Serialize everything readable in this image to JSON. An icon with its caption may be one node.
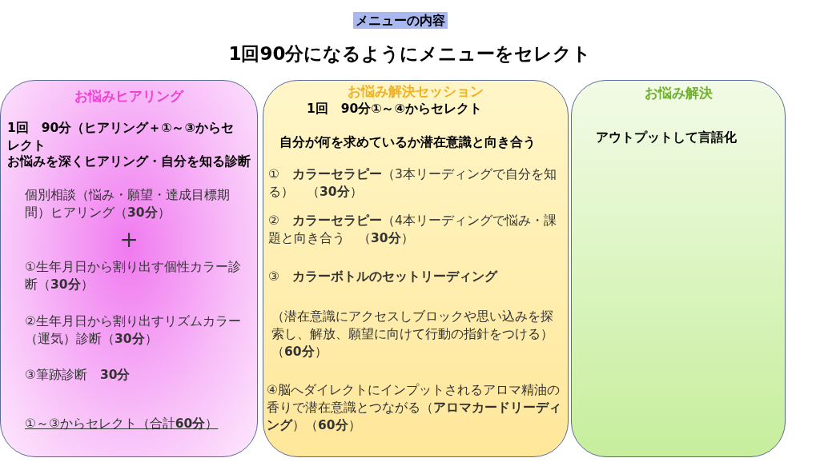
{
  "diagram": {
    "title": "メニューの内容",
    "nodes": [
      {
        "text": [
          "お悩みヒアリング",
          "1回　90分（ヒアリング＋①～③からセレクト",
          "お悩みを深くヒアリング・自分を知る診断",
          "個別相談（悩み・願望・達成目標期間）ヒアリング（**30分**）",
          "＋",
          "①生年月日から割り出す個性カラー診断（**30分**）",
          "②生年月日から割り出すリズムカラー（運気）診断（**30分**）",
          "③筆跡診断　**30分**",
          "①～③からセレクト（合計**60分**）"
        ]
      },
      {
        "text": [
          "お悩み解決セッション",
          "1回　90分①～④からセレクト",
          "自分が何を求めているか潜在意識と向き合う",
          "①　**カラーセラピー**（3本リーディングで自分を知る）　（**30分**）",
          "②　**カラーセラピー**（4本リーディングで悩み・課題と向き合う　（**30分**）",
          "③　**カラーボトルのセットリーディング**",
          "（潜在意識にアクセスしブロックや思い込みを探索し、解放、願望に向けて行動の指針をつける）（**60分**）",
          "④脳へダイレクトにインプットされるアロマ精油の香りで潜在意識とつながる（**アロマカードリーディング**）（**60分**）"
        ]
      },
      {
        "text": [
          "お悩み解決",
          "アウトプットして言語化"
        ]
      }
    ],
    "labels": [
      "1回90分になるようにメニューをセレクト"
    ]
  }
}
